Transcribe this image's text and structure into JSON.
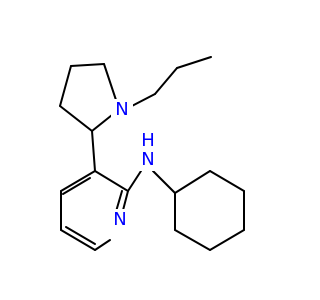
{
  "diagram": {
    "atoms": {
      "pyrrolidine_n": "N",
      "amine_n": "N",
      "amine_h": "H",
      "pyridine_n": "N"
    },
    "colors": {
      "bond": "#000000",
      "nitrogen": "#0000ff",
      "background": "#ffffff"
    }
  }
}
